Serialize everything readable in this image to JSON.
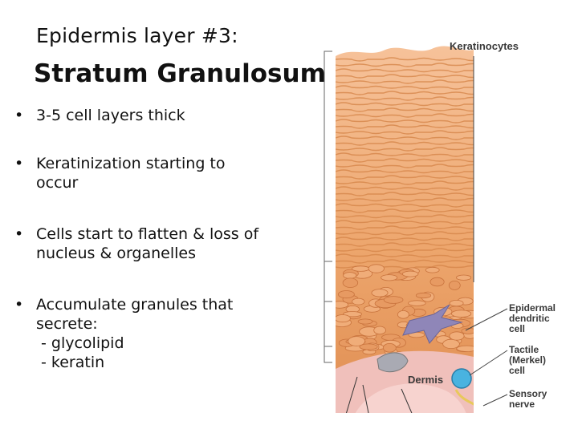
{
  "slide": {
    "title_line1": "Epidermis layer #3:",
    "title_line2": "Stratum Granulosum",
    "bullets": [
      {
        "text": "3-5 cell layers thick",
        "sub": []
      },
      {
        "text": "Keratinization starting to occur",
        "sub": []
      },
      {
        "text": "Cells start to flatten & loss of nucleus & organelles",
        "sub": []
      },
      {
        "text": "Accumulate granules that secrete:",
        "sub": [
          "- glycolipid",
          "- keratin"
        ]
      }
    ],
    "bullet_symbol": "•"
  },
  "figure": {
    "labels": {
      "keratinocytes": "Keratinocytes",
      "epidermal_line1": "Epidermal",
      "epidermal_line2": "dendritic",
      "epidermal_line3": "cell",
      "tactile_line1": "Tactile",
      "tactile_line2": "(Merkel)",
      "tactile_line3": "cell",
      "sensory_line1": "Sensory",
      "sensory_line2": "nerve",
      "dermis": "Dermis"
    },
    "colors": {
      "tissue_light": "#f2b98a",
      "tissue_mid": "#e59a5f",
      "tissue_dark": "#c8733d",
      "dermis": "#f3c6c6",
      "merkel": "#49b3e0",
      "dendritic": "#8f86b8",
      "nerve": "#e8c85a",
      "leader_line": "#444444"
    }
  }
}
